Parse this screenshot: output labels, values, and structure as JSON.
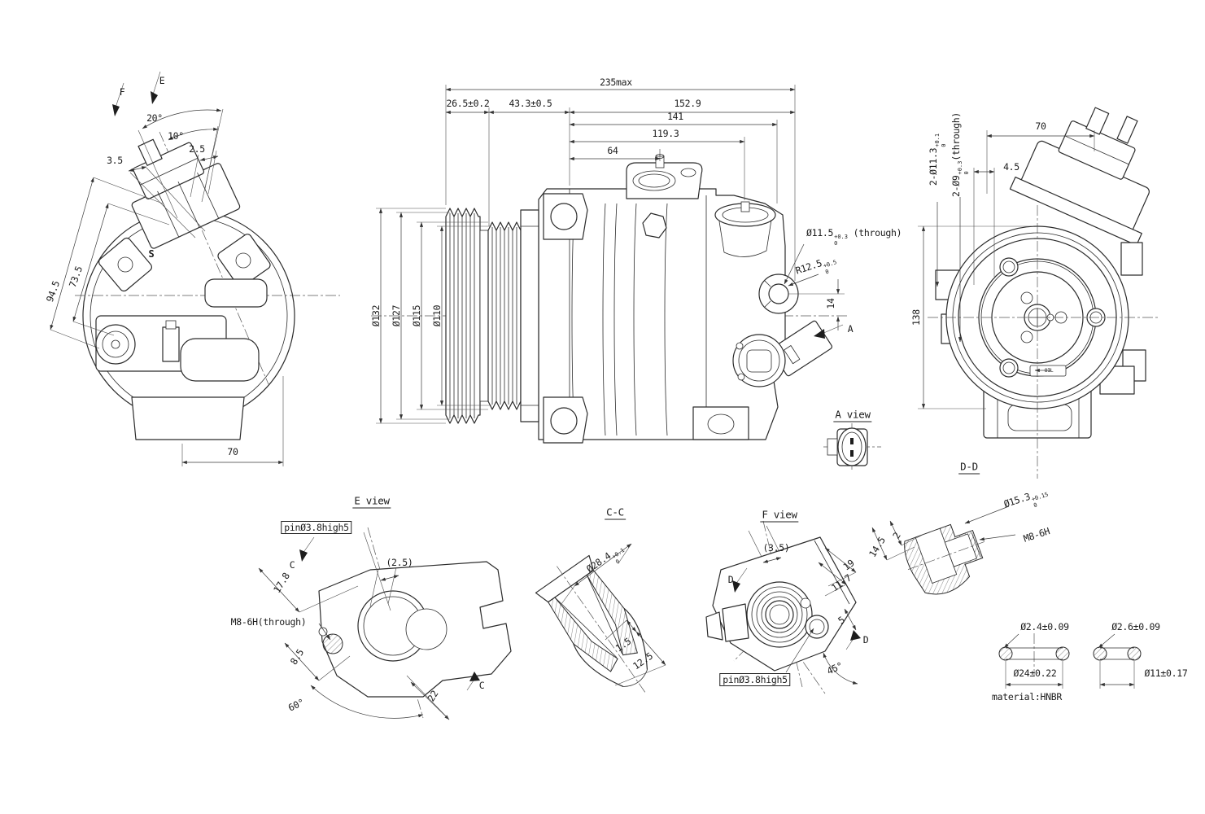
{
  "left_view": {
    "arrow_e": "E",
    "arrow_f": "F",
    "dim_angle_20": "20°",
    "dim_angle_10": "10°",
    "dim_2_5": "2.5",
    "dim_3_5": "3.5",
    "dim_73_5": "73.5",
    "dim_94_5": "94.5",
    "dim_70": "70",
    "marking_s": "S"
  },
  "main_view": {
    "dim_total": "235max",
    "dim_26_5": "26.5±0.2",
    "dim_43_3": "43.3±0.5",
    "dim_152_9": "152.9",
    "dim_141": "141",
    "dim_119_3": "119.3",
    "dim_64": "64",
    "dia_132": "Ø132",
    "dia_127": "Ø127",
    "dia_115": "Ø115",
    "dia_110": "Ø110",
    "hole_dia": {
      "base": "Ø11.5",
      "tol_up": "+0.3",
      "tol_dn": "0",
      "suffix": "(through)"
    },
    "radius": {
      "base": "R12.5",
      "tol_up": "+0.5",
      "tol_dn": "0"
    },
    "dim_14": "14",
    "arrow_a": "A"
  },
  "a_view": {
    "title": "A view"
  },
  "front_view": {
    "dim_70": "70",
    "dim_4_5": "4.5",
    "holes_11_3": {
      "base": "2-Ø11.3",
      "tol_up": "+0.1",
      "tol_dn": "0"
    },
    "holes_9": {
      "base": "2-Ø9",
      "tol_up": "+0.3",
      "tol_dn": "0",
      "suffix": "(through)"
    },
    "dim_138": "138",
    "section_label": "D-D",
    "oil_tag": "OIL"
  },
  "e_view": {
    "title": "E view",
    "pin_note": "pinØ3.8high5",
    "dim_2_5": "(2.5)",
    "dim_17_8": "17.8",
    "thread_note": "M8-6H(through)",
    "dim_8_5": "8.5",
    "dim_60": "60°",
    "dim_22": "22",
    "section_mark": "C"
  },
  "c_c_view": {
    "title": "C-C",
    "port_dia": {
      "base": "Ø28.4",
      "tol_up": "+0.1",
      "tol_dn": "0"
    },
    "dim_1_5": "1.5",
    "dim_12_5": "12.5"
  },
  "f_view": {
    "title": "F view",
    "dim_3_5": "(3.5)",
    "dim_19": "19",
    "dim_11_7": "11.7",
    "dim_5": "5",
    "dim_45": "45°",
    "pin_note": "pinØ3.8high5",
    "section_mark": "D"
  },
  "d_d_detail": {
    "bore_dia": {
      "base": "Ø15.3",
      "tol_up": "+0.15",
      "tol_dn": "0"
    },
    "thread_note": "M8-6H",
    "dim_14_5": "14.5",
    "dim_2": "2"
  },
  "o_rings": {
    "left_cs": "Ø2.4±0.09",
    "left_od": "Ø24±0.22",
    "right_cs": "Ø2.6±0.09",
    "right_od": "Ø11±0.17",
    "material_note": "material:HNBR"
  }
}
